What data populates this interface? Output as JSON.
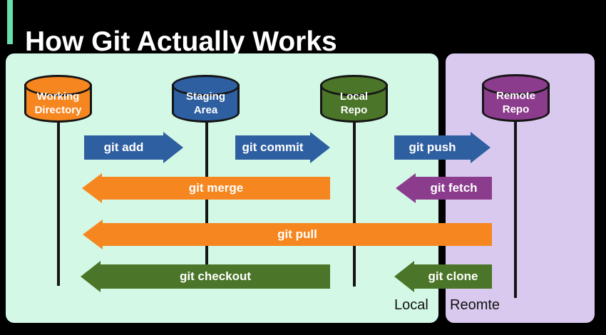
{
  "title": "How Git Actually Works",
  "colors": {
    "accent": "#66E0AC",
    "local_panel": "#D3F8E6",
    "remote_panel": "#D9C9EE",
    "blue": "#2E5FA1",
    "orange": "#F6861F",
    "green": "#4B7528",
    "purple": "#8C3C8C",
    "line": "#151515"
  },
  "nodes": [
    {
      "id": "working-directory",
      "label": "Working\nDirectory"
    },
    {
      "id": "staging-area",
      "label": "Staging\nArea"
    },
    {
      "id": "local-repo",
      "label": "Local\nRepo"
    },
    {
      "id": "remote-repo",
      "label": "Remote\nRepo"
    }
  ],
  "arrows": [
    {
      "label": "git add",
      "direction": "right",
      "from": "working-directory",
      "to": "staging-area"
    },
    {
      "label": "git commit",
      "direction": "right",
      "from": "staging-area",
      "to": "local-repo"
    },
    {
      "label": "git push",
      "direction": "right",
      "from": "local-repo",
      "to": "remote-repo"
    },
    {
      "label": "git merge",
      "direction": "left",
      "from": "local-repo",
      "to": "working-directory"
    },
    {
      "label": "git fetch",
      "direction": "left",
      "from": "remote-repo",
      "to": "local-repo"
    },
    {
      "label": "git pull",
      "direction": "left",
      "from": "remote-repo",
      "to": "working-directory"
    },
    {
      "label": "git checkout",
      "direction": "left",
      "from": "local-repo",
      "to": "working-directory"
    },
    {
      "label": "git clone",
      "direction": "left",
      "from": "remote-repo",
      "to": "local-repo"
    }
  ],
  "panel_labels": {
    "local": "Local",
    "remote": "Reomte"
  }
}
